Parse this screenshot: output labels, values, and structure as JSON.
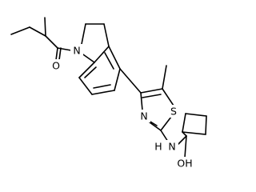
{
  "atoms": {
    "carbonyl_oxygen_upper": "O",
    "indoline_nitrogen": "N",
    "thiazole_sulfur": "S",
    "thiazole_nitrogen": "N",
    "amide_nitrogen": "N",
    "amide_hydrogen": "H",
    "amide_oxygen": "OH"
  },
  "colors": {
    "bond": "#000000",
    "text": "#000000",
    "background": "#ffffff"
  }
}
